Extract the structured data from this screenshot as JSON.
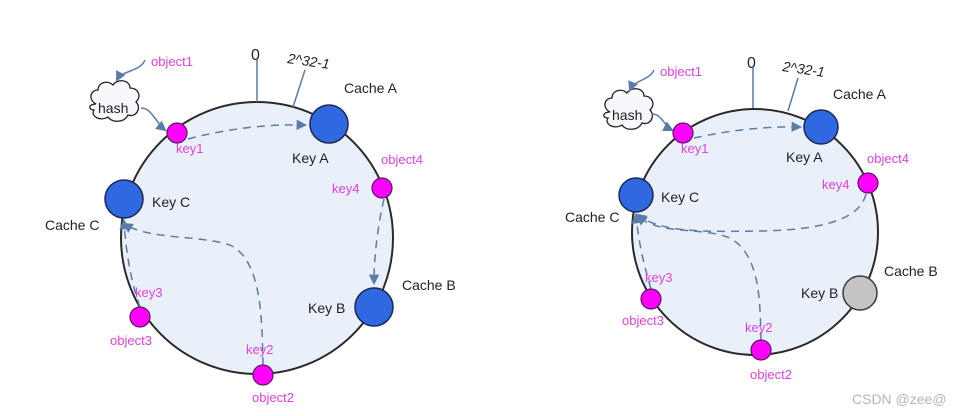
{
  "colors": {
    "ring_fill": "#e9f0fa",
    "ring_stroke": "#2a2a2a",
    "cache_node": "#2f68e0",
    "cache_node_removed": "#c4c4c4",
    "key_node": "#ff00ff",
    "key_text": "#e040e0",
    "arrow": "#5a7ca8",
    "watermark": "#b5b5b5"
  },
  "diagrams": [
    {
      "name": "ring-before",
      "zero_label": "0",
      "max_label": "2^32-1",
      "hash_label": "hash",
      "caches": [
        {
          "id": "A",
          "cache_label": "Cache A",
          "key_label": "Key A",
          "state": "active"
        },
        {
          "id": "B",
          "cache_label": "Cache B",
          "key_label": "Key B",
          "state": "active"
        },
        {
          "id": "C",
          "cache_label": "Cache C",
          "key_label": "Key C",
          "state": "active"
        }
      ],
      "objects": [
        {
          "object_label": "object1",
          "key_label": "key1",
          "maps_to": "A"
        },
        {
          "object_label": "object2",
          "key_label": "key2",
          "maps_to": "C"
        },
        {
          "object_label": "object3",
          "key_label": "key3",
          "maps_to": "C"
        },
        {
          "object_label": "object4",
          "key_label": "key4",
          "maps_to": "B"
        }
      ]
    },
    {
      "name": "ring-after-cache-b-removed",
      "zero_label": "0",
      "max_label": "2^32-1",
      "hash_label": "hash",
      "caches": [
        {
          "id": "A",
          "cache_label": "Cache A",
          "key_label": "Key A",
          "state": "active"
        },
        {
          "id": "B",
          "cache_label": "Cache B",
          "key_label": "Key B",
          "state": "removed"
        },
        {
          "id": "C",
          "cache_label": "Cache C",
          "key_label": "Key C",
          "state": "active"
        }
      ],
      "objects": [
        {
          "object_label": "object1",
          "key_label": "key1",
          "maps_to": "A"
        },
        {
          "object_label": "object2",
          "key_label": "key2",
          "maps_to": "C"
        },
        {
          "object_label": "object3",
          "key_label": "key3",
          "maps_to": "C"
        },
        {
          "object_label": "object4",
          "key_label": "key4",
          "maps_to": "C"
        }
      ]
    }
  ],
  "watermark": "CSDN @zee@"
}
